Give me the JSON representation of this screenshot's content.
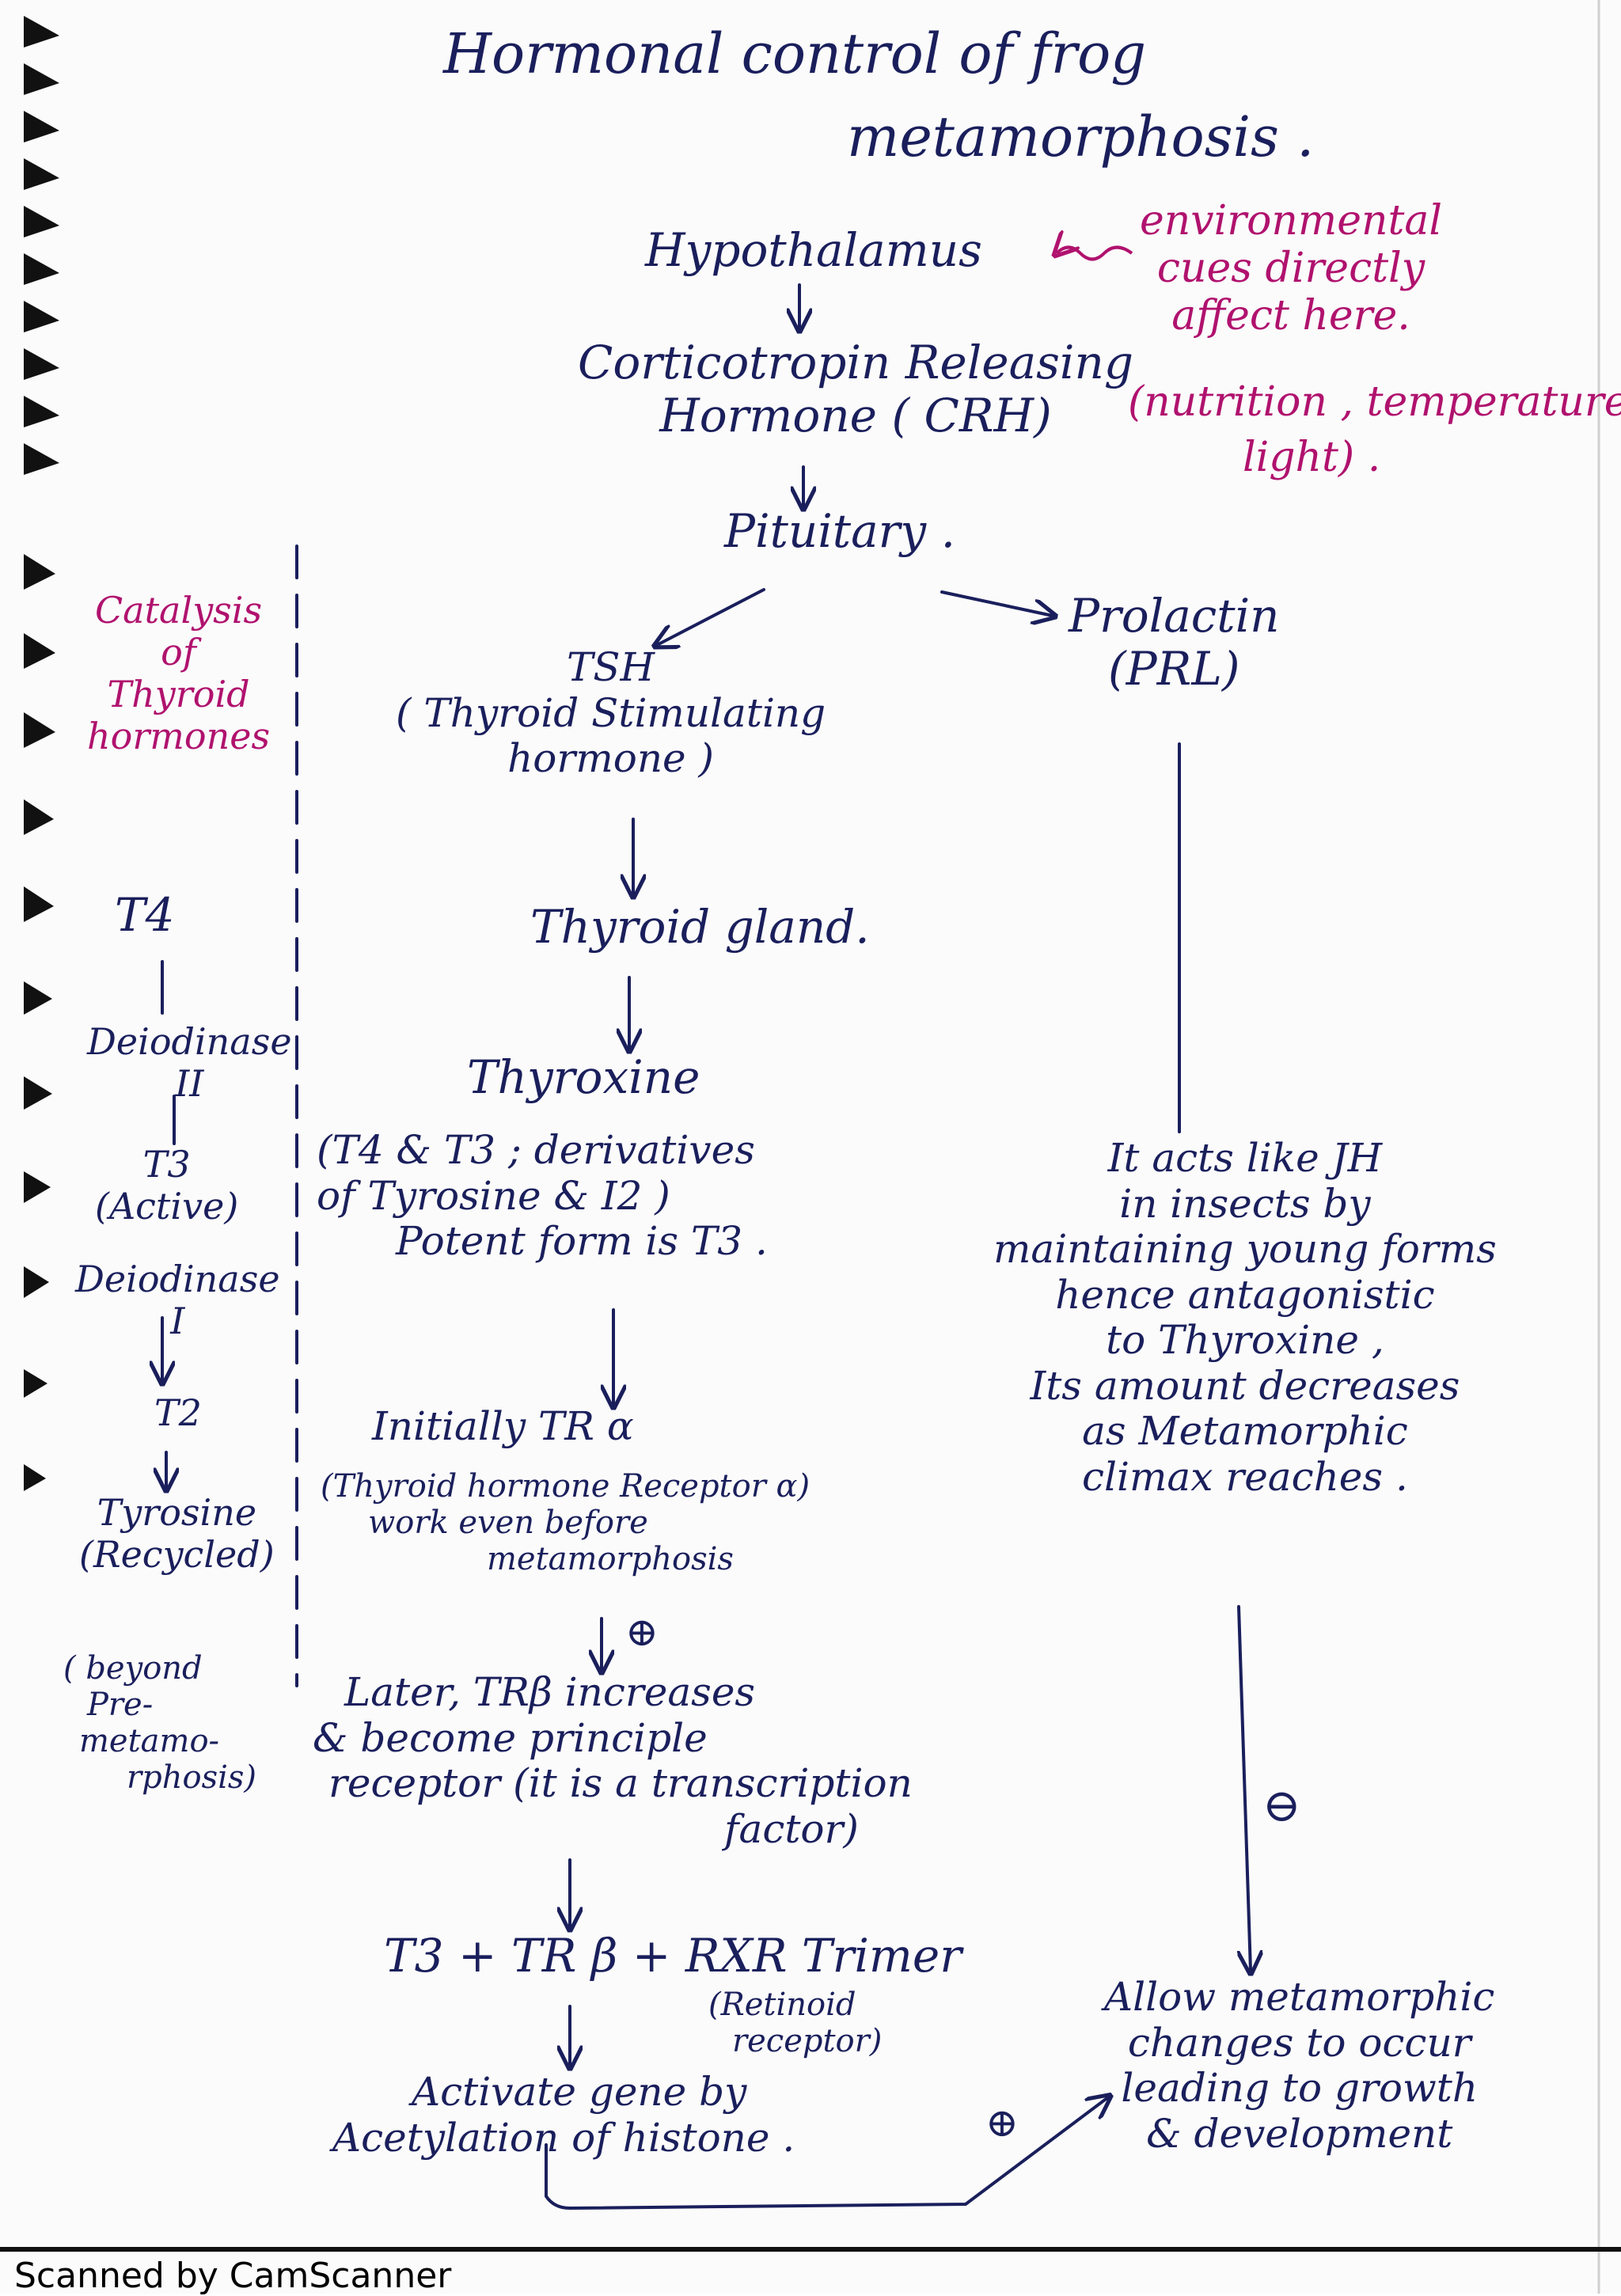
{
  "title": [
    "Hormonal control of frog",
    "metamorphosis ."
  ],
  "hypothalamus": "Hypothalamus",
  "env_note": [
    "environmental",
    "cues directly",
    "affect here.",
    "(nutrition , temperature,",
    "light) ."
  ],
  "crh": [
    "Corticotropin Releasing",
    "Hormone ( CRH)"
  ],
  "pituitary": "Pituitary .",
  "tsh": [
    "TSH",
    "( Thyroid Stimulating",
    "hormone )"
  ],
  "prolactin": [
    "Prolactin",
    "(PRL)"
  ],
  "thyroid_gland": "Thyroid gland.",
  "thyroxine": [
    "Thyroxine",
    "(T4 & T3 ; derivatives",
    "of Tyrosine & I2 )",
    "Potent form is T3 ."
  ],
  "tr_alpha": [
    "Initially TR α",
    "(Thyroid hormone Receptor α)",
    "work even before",
    "metamorphosis"
  ],
  "plus_sign": "⊕",
  "tr_beta": [
    "Later, TRβ increases",
    "& become principle",
    "receptor (it is a transcription",
    "factor)"
  ],
  "trimer": [
    "T3 + TR β + RXR Trimer",
    "(Retinoid",
    "receptor)"
  ],
  "activate": [
    "Activate gene by",
    "Acetylation of histone ."
  ],
  "prl_note": [
    "It acts like JH",
    "in insects by",
    "maintaining young forms",
    "hence antagonistic",
    "to Thyroxine ,",
    "Its amount decreases",
    "as Metamorphic",
    "climax reaches ."
  ],
  "minus_sign": "⊖",
  "allow": [
    "Allow metamorphic",
    "changes to occur",
    "leading to growth",
    "& development"
  ],
  "side_heading": [
    "Catalysis",
    "of",
    "Thyroid",
    "hormones"
  ],
  "side_chain": {
    "t4": "T4",
    "deiodinase2": [
      "Deiodinase",
      "II"
    ],
    "t3": [
      "T3",
      "(Active)"
    ],
    "deiodinase1": [
      "Deiodinase",
      "I"
    ],
    "t2": "T2",
    "tyrosine": [
      "Tyrosine",
      "(Recycled)"
    ],
    "beyond": [
      "( beyond",
      "Pre-",
      "metamo-",
      "rphosis)"
    ]
  },
  "footer": "Scanned by CamScanner",
  "colors": {
    "ink": "#1a1f5c",
    "pink": "#b0126e",
    "paper": "#fbfbfb"
  }
}
